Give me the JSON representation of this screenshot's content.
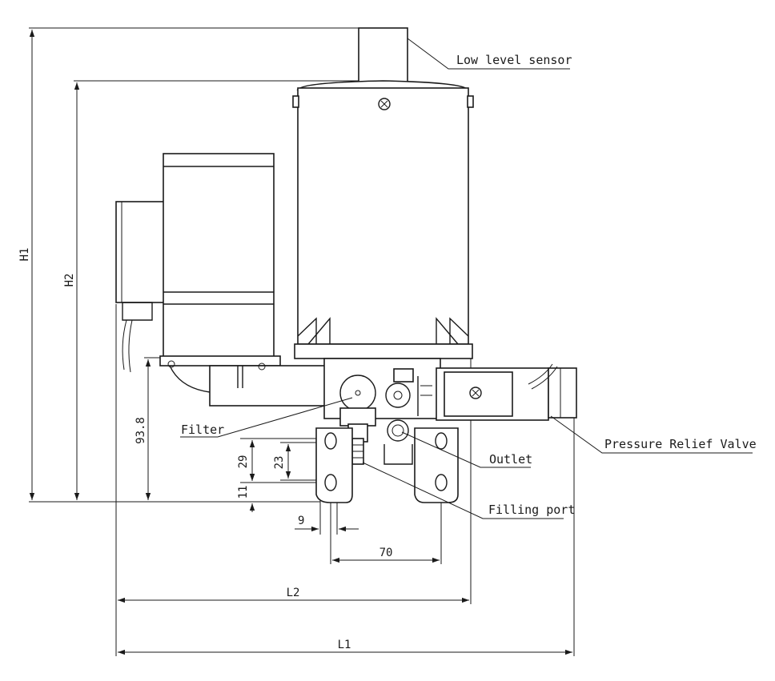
{
  "labels": {
    "low_level_sensor": "Low level sensor",
    "filter": "Filter",
    "pressure_relief_valve": "Pressure Relief Valve",
    "outlet": "Outlet",
    "filling_port": "Filling port"
  },
  "dimensions": {
    "h1": "H1",
    "h2": "H2",
    "d_93_8": "93.8",
    "d_29": "29",
    "d_23": "23",
    "d_11": "11",
    "d_9": "9",
    "d_70": "70",
    "l2": "L2",
    "l1": "L1"
  },
  "colors": {
    "line": "#1a1a1a",
    "background": "#ffffff"
  }
}
